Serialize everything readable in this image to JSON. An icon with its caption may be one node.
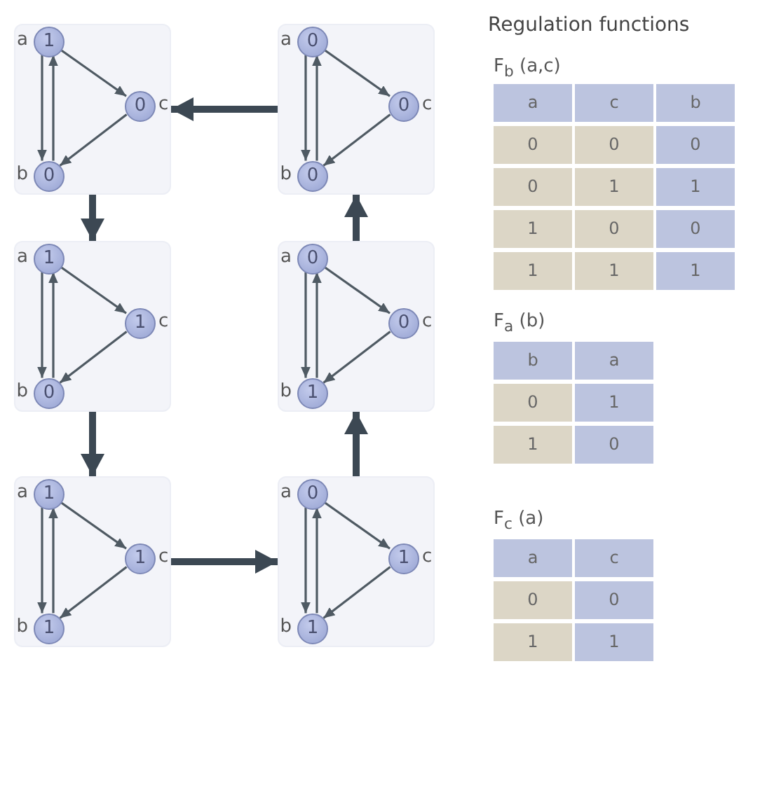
{
  "diagram": {
    "nodes": [
      {
        "text": [],
        "shape": "box"
      },
      {
        "text": [
          "1"
        ],
        "beside": [
          "a"
        ],
        "in": 0
      },
      {
        "text": [
          "0"
        ],
        "beside": [
          "c"
        ],
        "in": 0
      },
      {
        "text": [
          "0"
        ],
        "beside": [
          "b"
        ],
        "in": 0
      },
      {
        "text": [],
        "shape": "box"
      },
      {
        "text": [
          "0"
        ],
        "beside": [
          "a"
        ],
        "in": 4
      },
      {
        "text": [
          "0"
        ],
        "beside": [
          "c"
        ],
        "in": 4
      },
      {
        "text": [
          "0"
        ],
        "beside": [
          "b"
        ],
        "in": 4
      },
      {
        "text": [],
        "shape": "box"
      },
      {
        "text": [
          "1"
        ],
        "beside": [
          "a"
        ],
        "in": 8
      },
      {
        "text": [
          "1"
        ],
        "beside": [
          "c"
        ],
        "in": 8
      },
      {
        "text": [
          "0"
        ],
        "beside": [
          "b"
        ],
        "in": 8
      },
      {
        "text": [],
        "shape": "box"
      },
      {
        "text": [
          "0"
        ],
        "beside": [
          "a"
        ],
        "in": 12
      },
      {
        "text": [
          "0"
        ],
        "beside": [
          "c"
        ],
        "in": 12
      },
      {
        "text": [
          "1"
        ],
        "beside": [
          "b"
        ],
        "in": 12
      },
      {
        "text": [],
        "shape": "box"
      },
      {
        "text": [
          "1"
        ],
        "beside": [
          "a"
        ],
        "in": 16
      },
      {
        "text": [
          "1"
        ],
        "beside": [
          "c"
        ],
        "in": 16
      },
      {
        "text": [
          "1"
        ],
        "beside": [
          "b"
        ],
        "in": 16
      },
      {
        "text": [],
        "shape": "box"
      },
      {
        "text": [
          "0"
        ],
        "beside": [
          "a"
        ],
        "in": 20
      },
      {
        "text": [
          "1"
        ],
        "beside": [
          "c"
        ],
        "in": 20
      },
      {
        "text": [
          "1"
        ],
        "beside": [
          "b"
        ],
        "in": 20
      }
    ],
    "edges": [
      {
        "from": 1,
        "to": 3,
        "arrow": "to"
      },
      {
        "from": 3,
        "to": 1,
        "arrow": "to"
      },
      {
        "from": 1,
        "to": 2,
        "arrow": "to"
      },
      {
        "from": 2,
        "to": 3,
        "arrow": "to"
      },
      {
        "from": 5,
        "to": 7,
        "arrow": "to"
      },
      {
        "from": 7,
        "to": 5,
        "arrow": "to"
      },
      {
        "from": 5,
        "to": 6,
        "arrow": "to"
      },
      {
        "from": 6,
        "to": 7,
        "arrow": "to"
      },
      {
        "from": 9,
        "to": 11,
        "arrow": "to"
      },
      {
        "from": 11,
        "to": 9,
        "arrow": "to"
      },
      {
        "from": 9,
        "to": 10,
        "arrow": "to"
      },
      {
        "from": 10,
        "to": 11,
        "arrow": "to"
      },
      {
        "from": 13,
        "to": 15,
        "arrow": "to"
      },
      {
        "from": 15,
        "to": 13,
        "arrow": "to"
      },
      {
        "from": 13,
        "to": 14,
        "arrow": "to"
      },
      {
        "from": 14,
        "to": 15,
        "arrow": "to"
      },
      {
        "from": 17,
        "to": 19,
        "arrow": "to"
      },
      {
        "from": 19,
        "to": 17,
        "arrow": "to"
      },
      {
        "from": 17,
        "to": 18,
        "arrow": "to"
      },
      {
        "from": 18,
        "to": 19,
        "arrow": "to"
      },
      {
        "from": 21,
        "to": 23,
        "arrow": "to"
      },
      {
        "from": 23,
        "to": 21,
        "arrow": "to"
      },
      {
        "from": 21,
        "to": 22,
        "arrow": "to"
      },
      {
        "from": 22,
        "to": 23,
        "arrow": "to"
      },
      {
        "from": 0,
        "to": 8,
        "arrow": "to",
        "style": "thick"
      },
      {
        "from": 8,
        "to": 16,
        "arrow": "to",
        "style": "thick"
      },
      {
        "from": 16,
        "to": 20,
        "arrow": "to",
        "style": "thick"
      },
      {
        "from": 20,
        "to": 12,
        "arrow": "to",
        "style": "thick"
      },
      {
        "from": 12,
        "to": 4,
        "arrow": "to",
        "style": "thick"
      },
      {
        "from": 4,
        "to": 0,
        "arrow": "to",
        "style": "thick"
      }
    ],
    "labels": [
      "Regulation functions",
      "F$_{b}$ (a,c)",
      "a",
      "c",
      "b",
      "0",
      "0",
      "0",
      "0",
      "1",
      "1",
      "1",
      "0",
      "0",
      "1",
      "1",
      "1",
      "F$_{a}$ (b)",
      "b",
      "a",
      "0",
      "1",
      "1",
      "0",
      "F$_{c}$ (a)",
      "a",
      "c",
      "0",
      "0",
      "1",
      "1"
    ]
  }
}
